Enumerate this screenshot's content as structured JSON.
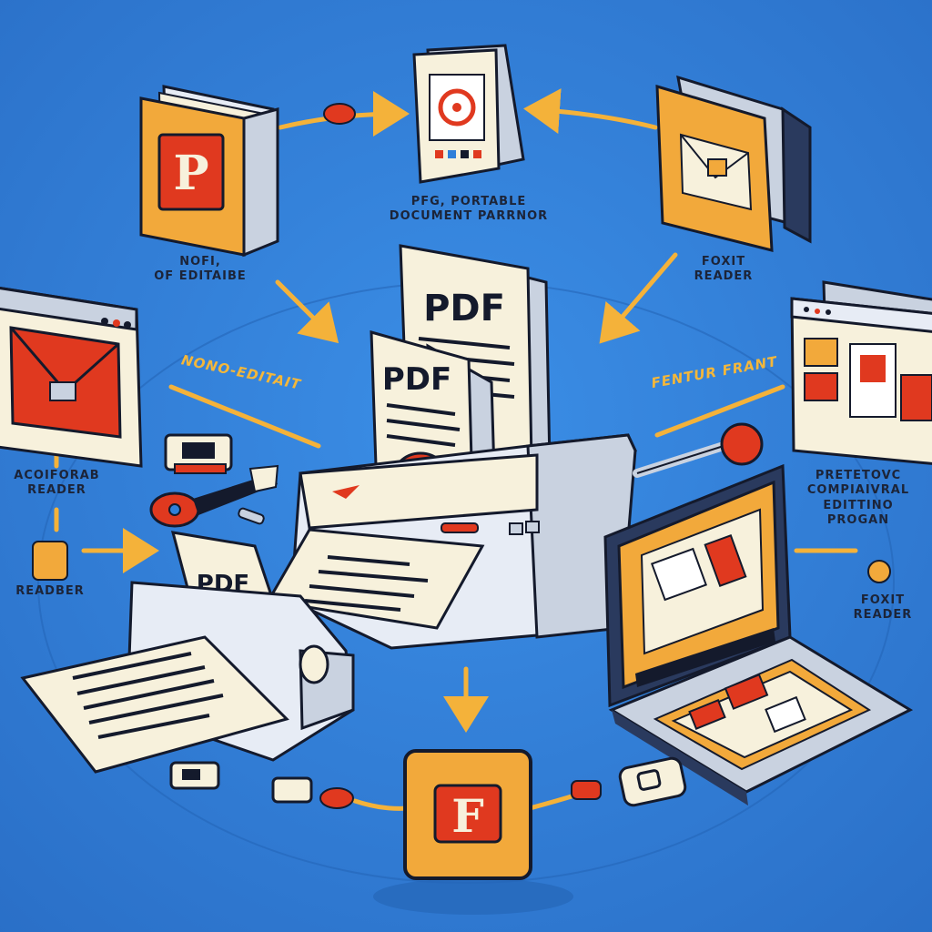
{
  "colors": {
    "background": "#2f7fd9",
    "folder": "#f2a93b",
    "red": "#e0391f",
    "paper": "#f7f1dc",
    "outline": "#141a2c",
    "arrow": "#f4b23a",
    "grey": "#c9d2e0"
  },
  "icons": {
    "center_printer": "printer-icon",
    "left_printer": "printer-icon",
    "folder_p": "folder-icon",
    "envelope_folder": "envelope-folder-icon",
    "booklet": "booklet-icon",
    "browser_left": "browser-window-icon",
    "browser_right": "browser-window-icon",
    "laptop": "laptop-icon",
    "app_tile": "app-icon"
  },
  "documents": {
    "back_pdf": "PDF",
    "front_pdf": "PDF",
    "printer_pdf": "PDF"
  },
  "labels": {
    "top_center_line1": "PFG, PORTABLE",
    "top_center_line2": "DOCUMENT PARRNOR",
    "top_left_line1": "NOFI,",
    "top_left_line2": "OF EDITAIBE",
    "top_right_line1": "FOXIT",
    "top_right_line2": "READER",
    "mid_left_gold": "NONO-EDITAIT",
    "mid_right_gold": "FENTUR FRANT",
    "left_line1": "ACOIFORAB",
    "left_line2": "READER",
    "bottom_left": "READBER",
    "right_line1": "PRETETOVC",
    "right_line2": "COMPIAIVRAL",
    "right_line3": "EDITTINO",
    "right_line4": "PROGAN",
    "bottom_right_line1": "FOXIT",
    "bottom_right_line2": "READER"
  }
}
